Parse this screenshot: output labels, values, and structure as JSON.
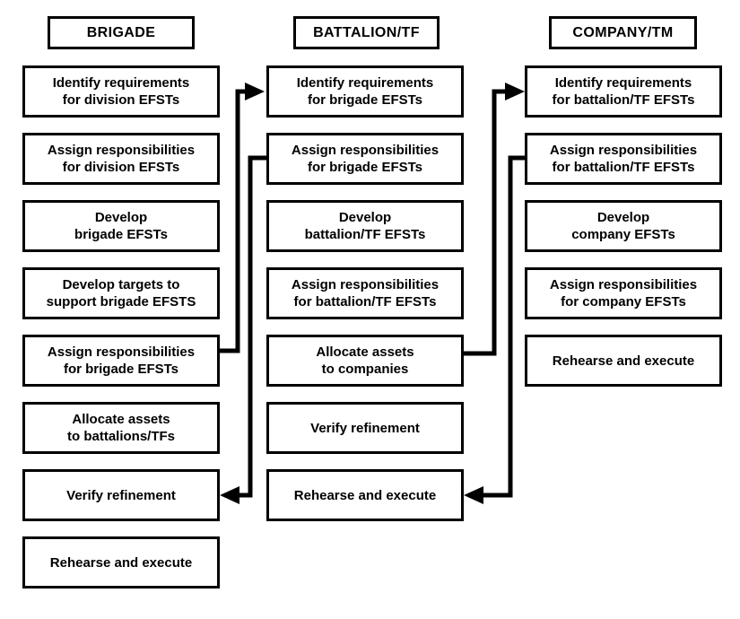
{
  "colors": {
    "background": "#ffffff",
    "box_fill": "#ffffff",
    "border": "#000000",
    "text": "#000000",
    "arrow": "#000000"
  },
  "columns": [
    {
      "header": "BRIGADE",
      "boxes": [
        "Identify requirements\nfor division EFSTs",
        "Assign responsibilities\nfor division EFSTs",
        "Develop\nbrigade EFSTs",
        "Develop targets to\nsupport brigade EFSTS",
        "Assign responsibilities\nfor brigade EFSTs",
        "Allocate assets\nto battalions/TFs",
        "Verify refinement",
        "Rehearse and execute"
      ]
    },
    {
      "header": "BATTALION/TF",
      "boxes": [
        "Identify requirements\nfor brigade EFSTs",
        "Assign responsibilities\nfor brigade EFSTs",
        "Develop\nbattalion/TF EFSTs",
        "Assign responsibilities\nfor battalion/TF EFSTs",
        "Allocate assets\nto companies",
        "Verify refinement",
        "Rehearse and execute"
      ]
    },
    {
      "header": "COMPANY/TM",
      "boxes": [
        "Identify requirements\nfor battalion/TF EFSTs",
        "Assign responsibilities\nfor battalion/TF EFSTs",
        "Develop\ncompany EFSTs",
        "Assign responsibilities\nfor company EFSTs",
        "Rehearse and execute"
      ]
    }
  ],
  "arrows": [
    {
      "from": "BRIGADE: Assign responsibilities for brigade EFSTs",
      "to": "BATTALION/TF: Identify requirements for brigade EFSTs"
    },
    {
      "from": "BATTALION/TF: Assign responsibilities for brigade EFSTs",
      "to": "BRIGADE: Verify refinement"
    },
    {
      "from": "BATTALION/TF: Allocate assets to companies",
      "to": "COMPANY/TM: Identify requirements for battalion/TF EFSTs"
    },
    {
      "from": "COMPANY/TM: Assign responsibilities for battalion/TF EFSTs",
      "to": "BATTALION/TF: Rehearse and execute"
    }
  ]
}
